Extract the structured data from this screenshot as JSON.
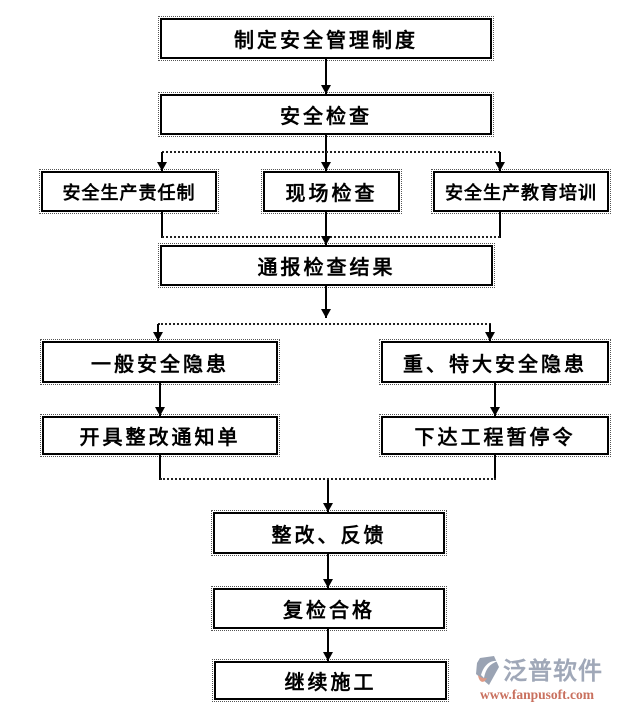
{
  "flowchart": {
    "nodes": {
      "n1": {
        "label": "制定安全管理制度"
      },
      "n2": {
        "label": "安全检查"
      },
      "n3": {
        "label": "安全生产责任制"
      },
      "n4": {
        "label": "现场检查"
      },
      "n5": {
        "label": "安全生产教育培训"
      },
      "n6": {
        "label": "通报检查结果"
      },
      "n7": {
        "label": "一般安全隐患"
      },
      "n8": {
        "label": "重、特大安全隐患"
      },
      "n9": {
        "label": "开具整改通知单"
      },
      "n10": {
        "label": "下达工程暂停令"
      },
      "n11": {
        "label": "整改、反馈"
      },
      "n12": {
        "label": "复检合格"
      },
      "n13": {
        "label": "继续施工"
      }
    },
    "line_color": "#000000",
    "box_background": "#ffffff"
  },
  "logo": {
    "brand": "泛普软件",
    "url": "www.fanpusoft.com",
    "icon": "fanpu-logo-icon",
    "colors": {
      "brand_gray": "#a0a8b8",
      "url_red": "#c9705e",
      "icon_accent": "#e09a85"
    }
  }
}
